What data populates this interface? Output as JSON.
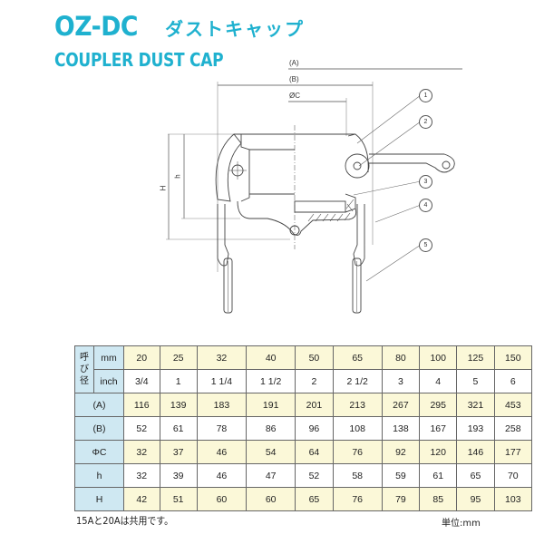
{
  "header": {
    "model_code": "OZ-DC",
    "title_jp": "ダストキャップ",
    "subtitle": "COUPLER DUST CAP"
  },
  "drawing": {
    "dimension_labels": {
      "A": "(A)",
      "B": "(B)",
      "C": "ØC",
      "h": "h",
      "H": "H"
    },
    "callouts": [
      "1",
      "2",
      "3",
      "4",
      "5"
    ]
  },
  "table": {
    "row_group_label": "呼び径",
    "row_group_chars": [
      "呼",
      "び",
      "径"
    ],
    "columns": [
      "20",
      "25",
      "32",
      "40",
      "50",
      "65",
      "80",
      "100",
      "125",
      "150"
    ],
    "rows": [
      {
        "label": "mm",
        "values": [
          "20",
          "25",
          "32",
          "40",
          "50",
          "65",
          "80",
          "100",
          "125",
          "150"
        ]
      },
      {
        "label": "inch",
        "values": [
          "3/4",
          "1",
          "1 1/4",
          "1 1/2",
          "2",
          "2 1/2",
          "3",
          "4",
          "5",
          "6"
        ]
      },
      {
        "label": "(A)",
        "values": [
          "116",
          "139",
          "183",
          "191",
          "201",
          "213",
          "267",
          "295",
          "321",
          "453"
        ]
      },
      {
        "label": "(B)",
        "values": [
          "52",
          "61",
          "78",
          "86",
          "96",
          "108",
          "138",
          "167",
          "193",
          "258"
        ]
      },
      {
        "label": "ΦC",
        "values": [
          "32",
          "37",
          "46",
          "54",
          "64",
          "76",
          "92",
          "120",
          "146",
          "177"
        ]
      },
      {
        "label": "h",
        "values": [
          "32",
          "39",
          "46",
          "47",
          "52",
          "58",
          "59",
          "61",
          "65",
          "70"
        ]
      },
      {
        "label": "H",
        "values": [
          "42",
          "51",
          "60",
          "60",
          "65",
          "76",
          "79",
          "85",
          "95",
          "103"
        ]
      }
    ]
  },
  "notes": {
    "shared_note": "15Aと20Aは共用です。",
    "unit": "単位:mm"
  },
  "colors": {
    "accent": "#1fb1cf",
    "header_cell": "#cfe8f2",
    "highlight_row": "#fbf8d8"
  }
}
